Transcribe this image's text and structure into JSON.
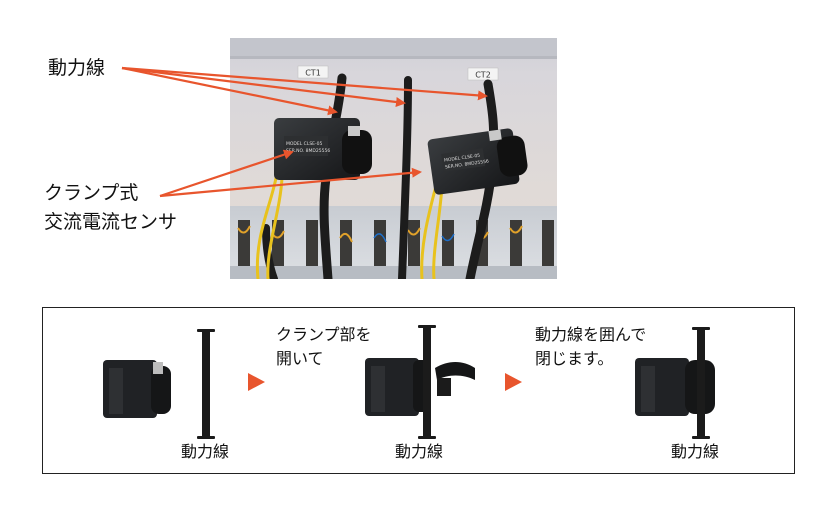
{
  "photo_labels": {
    "power_line": "動力線",
    "sensor_line1": "クランプ式",
    "sensor_line2": "交流電流センサ",
    "ct1": "CT1",
    "ct2": "CT2",
    "sensor_model": "MODEL CLSE-05",
    "sensor_serial": "SER.NO. 8MD25556"
  },
  "steps": {
    "step1_line1": "クランプ部を",
    "step1_line2": "開いて",
    "step2_line1": "動力線を囲んで",
    "step2_line2": "閉じます。"
  },
  "device_labels": {
    "power_line_1": "動力線",
    "power_line_2": "動力線",
    "power_line_3": "動力線"
  },
  "colors": {
    "arrow": "#e8552d",
    "cable": "#1c1c1c",
    "sensor_body": "#232527",
    "yellow_wire": "#e8c21d",
    "panel_bg": "#d9d3cf",
    "duct": "#cfd3d8"
  },
  "icons": [
    "right-triangle-arrow-icon",
    "up-down-arrow-icon"
  ]
}
